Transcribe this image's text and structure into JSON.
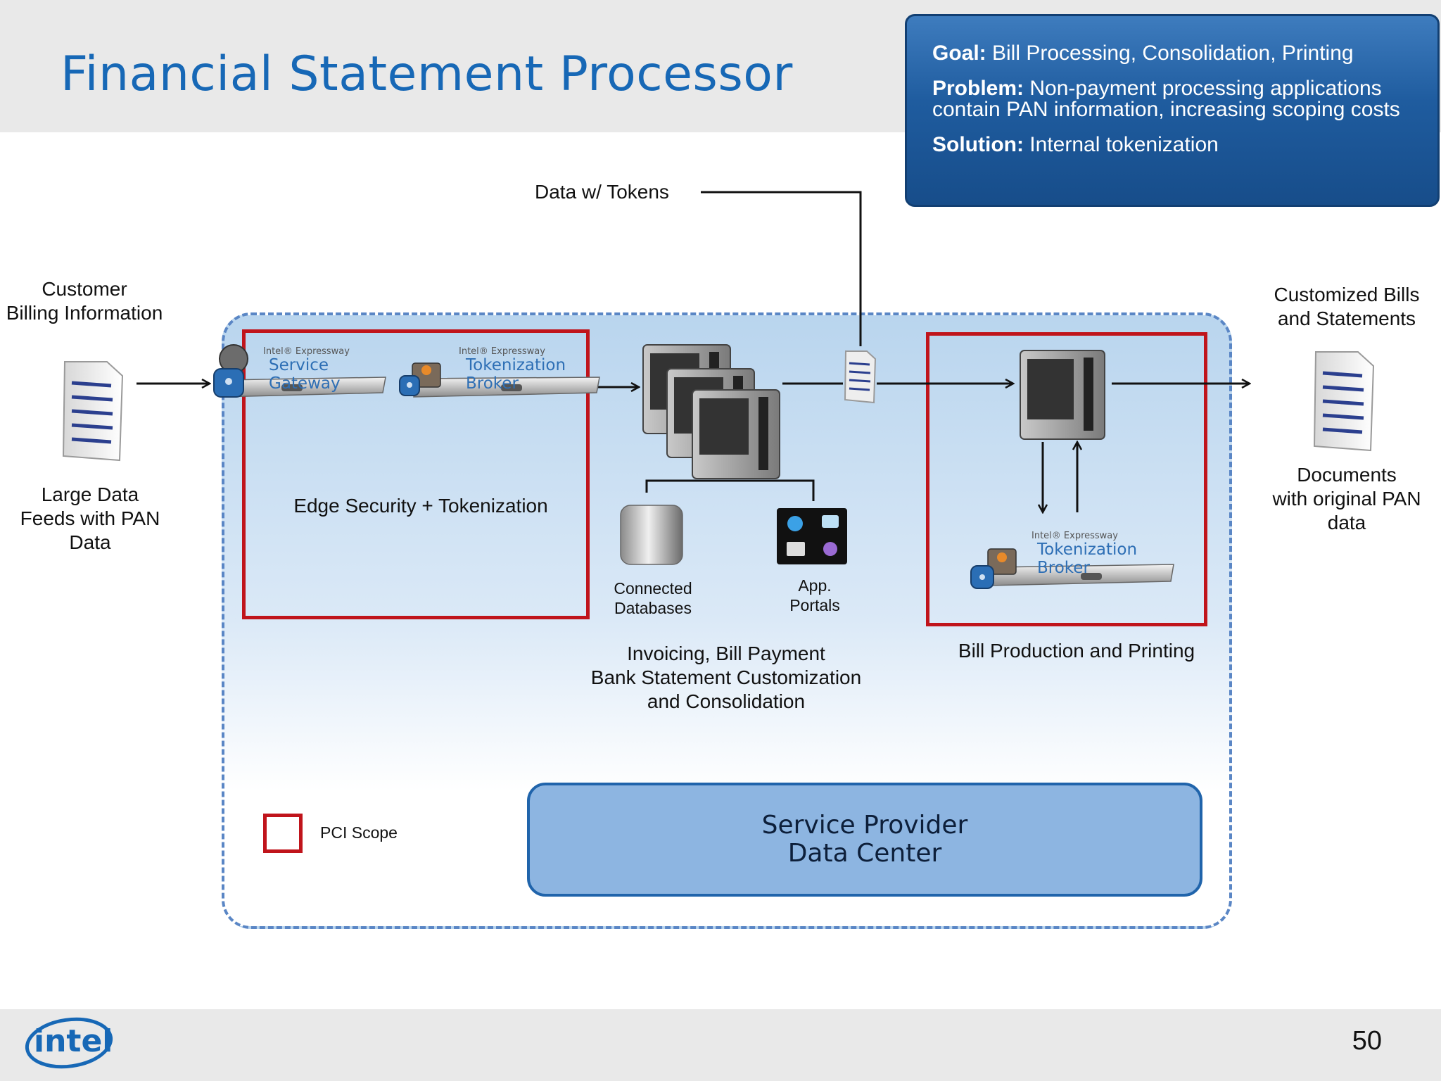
{
  "title": "Financial Statement Processor",
  "info_box": {
    "goal_label": "Goal:",
    "goal_text": " Bill Processing, Consolidation, Printing",
    "problem_label": "Problem:",
    "problem_text": " Non-payment processing applications contain PAN information, increasing scoping costs",
    "solution_label": "Solution:",
    "solution_text": " Internal tokenization"
  },
  "labels": {
    "data_w_tokens": "Data w/ Tokens",
    "customer_billing_1": "Customer",
    "customer_billing_2": "Billing Information",
    "large_data_1": "Large Data",
    "large_data_2": "Feeds with PAN",
    "large_data_3": "Data",
    "edge_security": "Edge Security + Tokenization",
    "connected_db_1": "Connected",
    "connected_db_2": "Databases",
    "app_portals_1": "App.",
    "app_portals_2": "Portals",
    "invoicing_1": "Invoicing, Bill Payment",
    "invoicing_2": "Bank Statement Customization",
    "invoicing_3": "and Consolidation",
    "bill_production": "Bill Production and Printing",
    "customized_bills_1": "Customized Bills",
    "customized_bills_2": "and Statements",
    "documents_1": "Documents",
    "documents_2": "with original PAN",
    "documents_3": "data",
    "pci_scope": "PCI Scope"
  },
  "devices": {
    "gateway_brand": "Intel® Expressway",
    "gateway_name": "Service Gateway",
    "broker_brand": "Intel® Expressway",
    "broker_name": "Tokenization Broker",
    "broker2_brand": "Intel® Expressway",
    "broker2_name": "Tokenization Broker"
  },
  "service_provider": {
    "line1": "Service Provider",
    "line2": "Data Center"
  },
  "footer": {
    "logo_text": "intel",
    "page_number": "50"
  },
  "colors": {
    "title_blue": "#1768b6",
    "pci_red": "#c0141b",
    "dc_border": "#5a86c5",
    "sp_fill": "#8db5e1"
  }
}
